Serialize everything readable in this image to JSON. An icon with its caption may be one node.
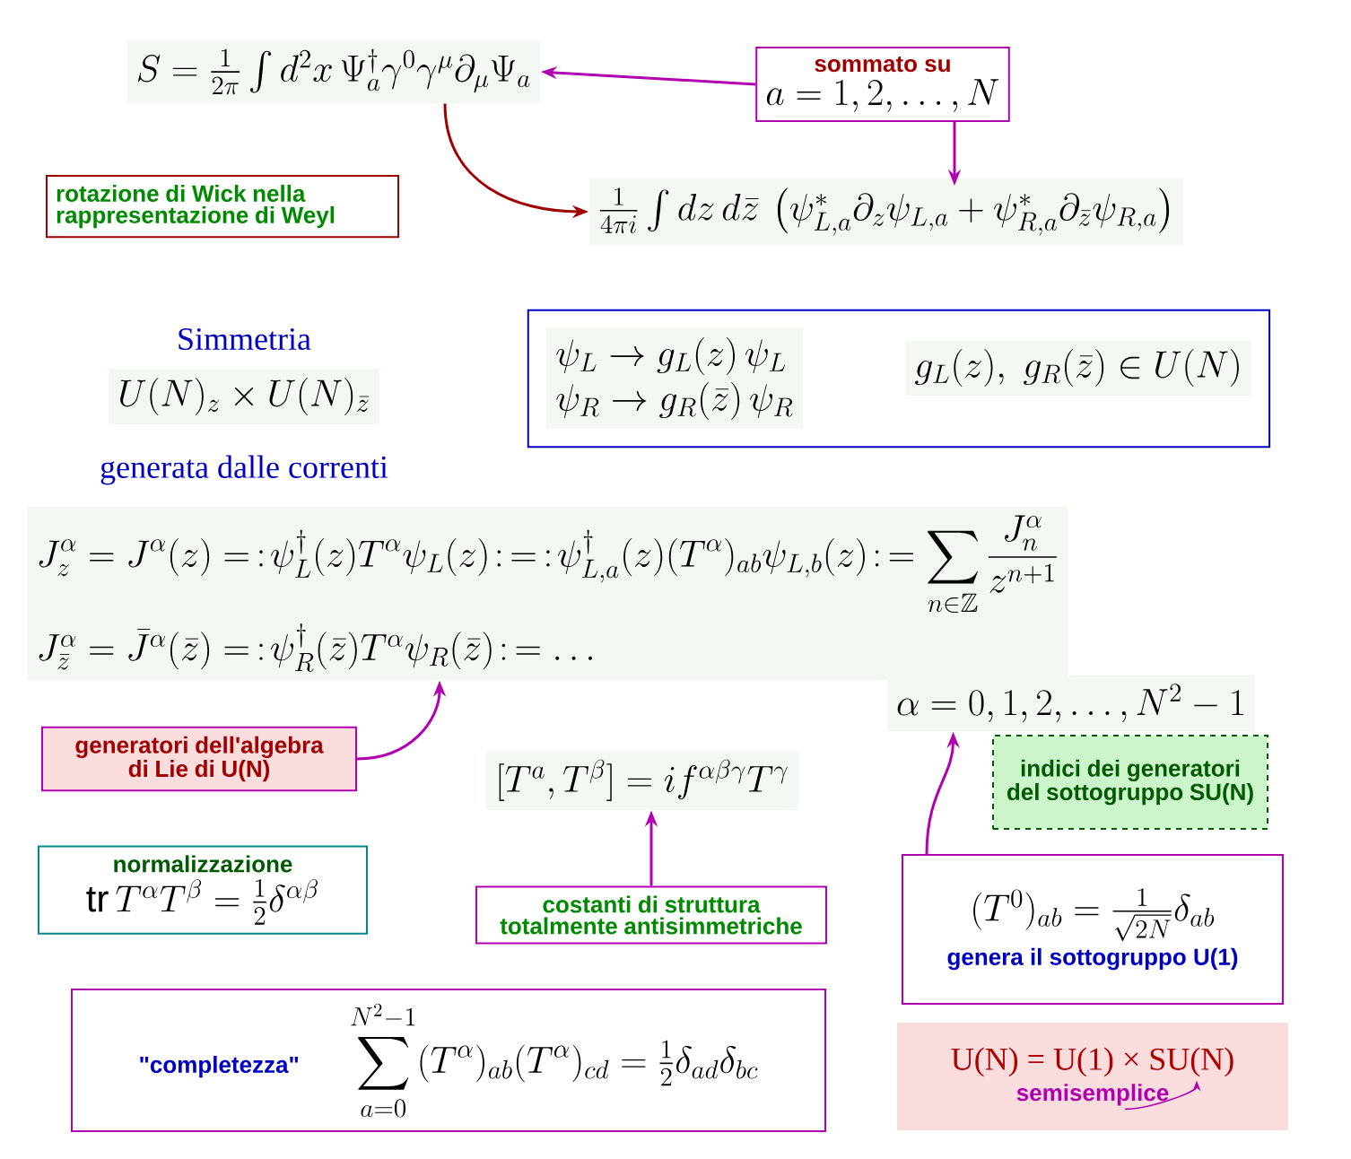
{
  "diagram": {
    "nodes": [
      {
        "text": [
          "S=\\frac{1}{2\\pi}\\int d^2x\\,\\Psi^\\dagger_a\\gamma^0\\gamma^\\mu\\partial_\\mu\\Psi_a"
        ]
      },
      {
        "text": [
          "sommato su",
          "a=1,2,\\dots,N"
        ]
      },
      {
        "text": [
          "rotazione di Wick nella rappresentazione di Weyl"
        ]
      },
      {
        "text": [
          "\\frac{1}{4\\pi i}\\int dz\\,d\\bar z\\,\\left(\\psi^*_{L,a}\\partial_z\\psi_{L,a}+\\psi^*_{R,a}\\partial_{\\bar z}\\psi_{R,a}\\right)"
        ]
      },
      {
        "text": [
          "U(N)_z\\times U(N)_{\\bar z}"
        ]
      },
      {
        "text": [],
        "shape": "box"
      },
      {
        "text": [
          "\\psi_L\\to g_L(z)\\,\\psi_L",
          "\\psi_R\\to g_R(\\bar z)\\,\\psi_R"
        ],
        "in": 5
      },
      {
        "text": [
          "g_L(z),\\ g_R(\\bar z)\\in U(N)"
        ],
        "in": 5
      },
      {
        "text": [
          "J^\\alpha_z=J^\\alpha(z)=\\,:\\!\\psi^\\dagger_L(z)T^\\alpha\\psi_L(z)\\!:\\,=\\,:\\!\\psi^\\dagger_{L,a}(z)(T^\\alpha)_{ab}\\psi_{L,b}(z)\\!:\\,=\\sum_{n\\in\\mathbb{Z}}\\frac{J^\\alpha_n}{z^{n+1}}",
          "J^\\alpha_{\\bar z}=\\bar J^\\alpha(\\bar z)=\\,:\\!\\psi^\\dagger_R(\\bar z)T^\\alpha\\psi_R(\\bar z)\\!:\\,=\\dots"
        ]
      },
      {
        "text": [
          "generatori dell'algebra di Lie di U(N)"
        ]
      },
      {
        "text": [
          "[T^a,T^\\beta]=if^{\\alpha\\beta\\gamma}T^\\gamma"
        ]
      },
      {
        "text": [
          "\\alpha=0,1,2,\\dots,N^2-1"
        ]
      },
      {
        "text": [
          "indici dei generatori del sottogruppo SU(N)"
        ]
      },
      {
        "text": [
          "normalizzazione",
          "\\mathrm{tr}\\,T^\\alpha T^\\beta=\\tfrac{1}{2}\\delta^{\\alpha\\beta}"
        ]
      },
      {
        "text": [
          "costanti di struttura totalmente antisimmetriche"
        ]
      },
      {
        "text": [
          "(T^0)_{ab}=\\tfrac{1}{\\sqrt{2N}}\\delta_{ab}",
          "genera il sottogruppo U(1)"
        ]
      },
      {
        "text": [
          "\"completezza\"",
          "\\sum_{a=0}^{N^2-1}(T^\\alpha)_{ab}(T^\\alpha)_{cd}=\\tfrac{1}{2}\\delta_{ad}\\delta_{bc}"
        ]
      },
      {
        "text": [
          "U(N) = U(1) × SU(N)",
          "semisemplice"
        ]
      }
    ],
    "edges": [
      {
        "from": 1,
        "to": 0,
        "arrow": "to"
      },
      {
        "from": 1,
        "to": 3,
        "arrow": "to"
      },
      {
        "from": 0,
        "to": 3,
        "arrow": "to",
        "color": "#a00000"
      },
      {
        "from": 9,
        "to": 8,
        "arrow": "to"
      },
      {
        "from": 14,
        "to": 10,
        "arrow": "to"
      },
      {
        "from": 15,
        "to": 11,
        "arrow": "to"
      }
    ],
    "labels": [
      "Simmetria",
      "generata dalle correnti"
    ]
  }
}
